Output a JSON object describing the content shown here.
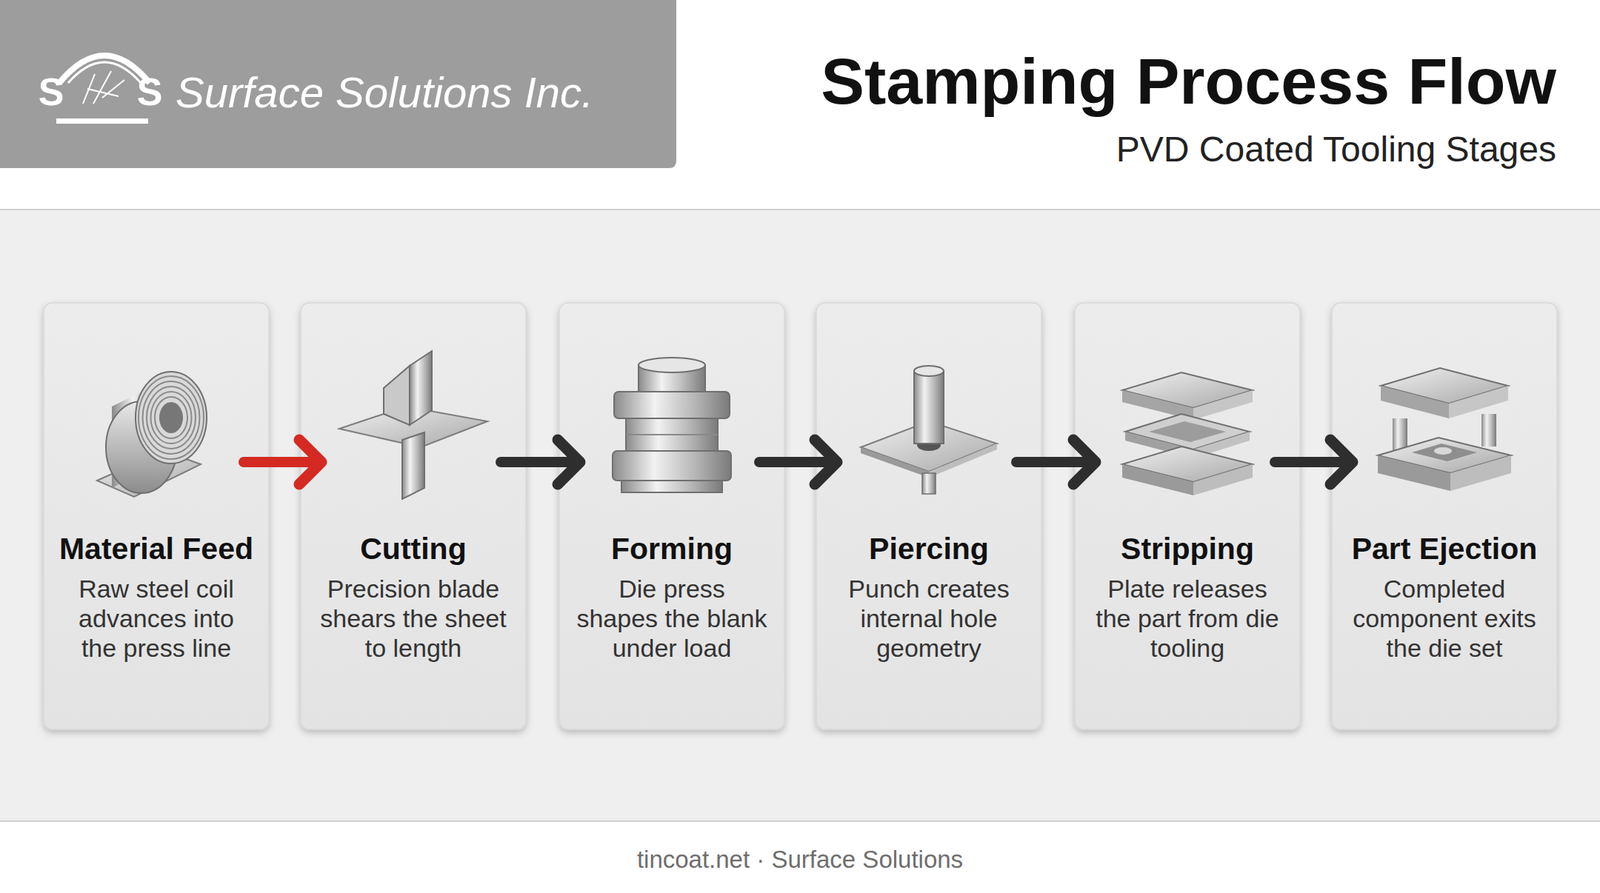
{
  "diagram": {
    "title": "Stamping Process Flow",
    "nodes": [
      {
        "text": [
          "Material Feed",
          "Raw steel coil advances into the press line"
        ]
      },
      {
        "text": [
          "Cutting",
          "Precision blade shears the sheet to length"
        ]
      },
      {
        "text": [
          "Forming",
          "Die press shapes the blank under load"
        ]
      },
      {
        "text": [
          "Piercing",
          "Punch creates internal hole geometry"
        ]
      },
      {
        "text": [
          "Stripping",
          "Plate releases the part from die tooling"
        ]
      },
      {
        "text": [
          "Part Ejection",
          "Completed component exits the die set"
        ]
      }
    ],
    "edges": [
      {
        "from": 0,
        "to": 1,
        "arrow": "to"
      },
      {
        "from": 1,
        "to": 2,
        "arrow": "to"
      },
      {
        "from": 2,
        "to": 3,
        "arrow": "to"
      },
      {
        "from": 3,
        "to": 4,
        "arrow": "to"
      },
      {
        "from": 4,
        "to": 5,
        "arrow": "to"
      }
    ],
    "labels": [
      "S",
      "S",
      "Surface Solutions Inc.",
      "PVD Coated Tooling Stages",
      "tincoat.net · Surface Solutions"
    ]
  }
}
